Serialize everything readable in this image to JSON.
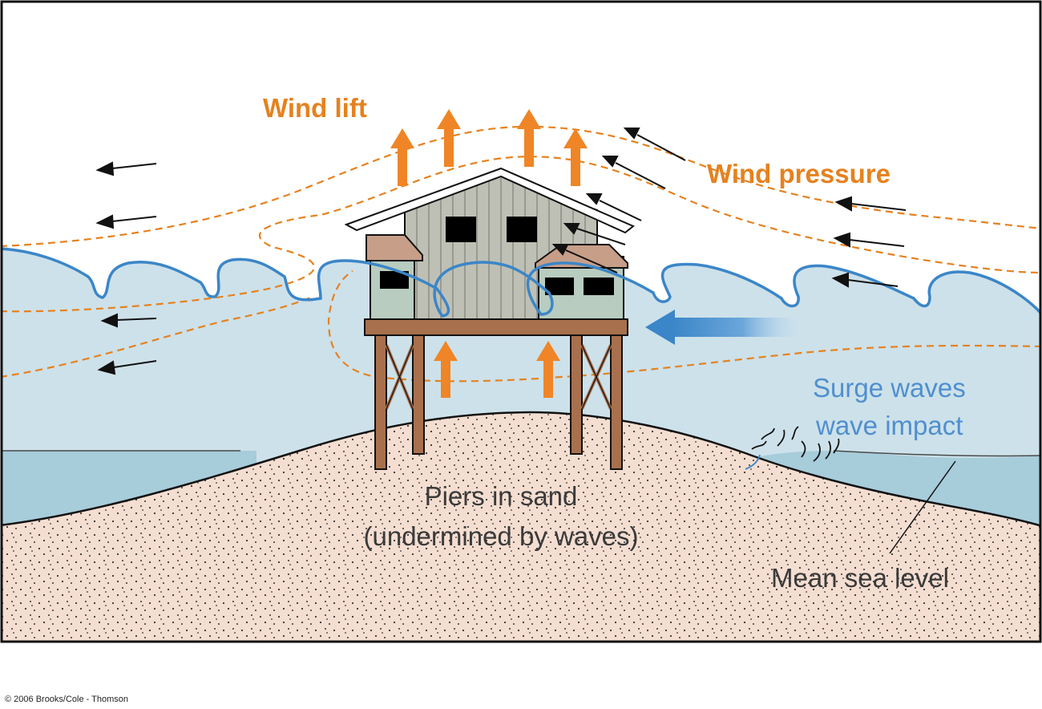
{
  "labels": {
    "wind_lift": "Wind lift",
    "wind_pressure": "Wind pressure",
    "surge_line1": "Surge waves",
    "surge_line2": "wave impact",
    "piers_line1": "Piers in sand",
    "piers_line2": "(undermined by waves)",
    "mean_sea_level": "Mean sea level"
  },
  "copyright": "© 2006 Brooks/Cole - Thomson",
  "colors": {
    "sky": "#ffffff",
    "water": "#cde1ea",
    "sea": "#a7ccda",
    "sand": "#f4ded1",
    "wave_line": "#3b86c8",
    "wind_lift_arrow": "#ef8526",
    "dashed_flow": "#e5821f",
    "wall": "#bfc0b5",
    "lower_wall": "#b8ccbf",
    "annex_roof": "#c79e88",
    "deck": "#a8704d",
    "surge_arrow": "#3b86c8"
  }
}
